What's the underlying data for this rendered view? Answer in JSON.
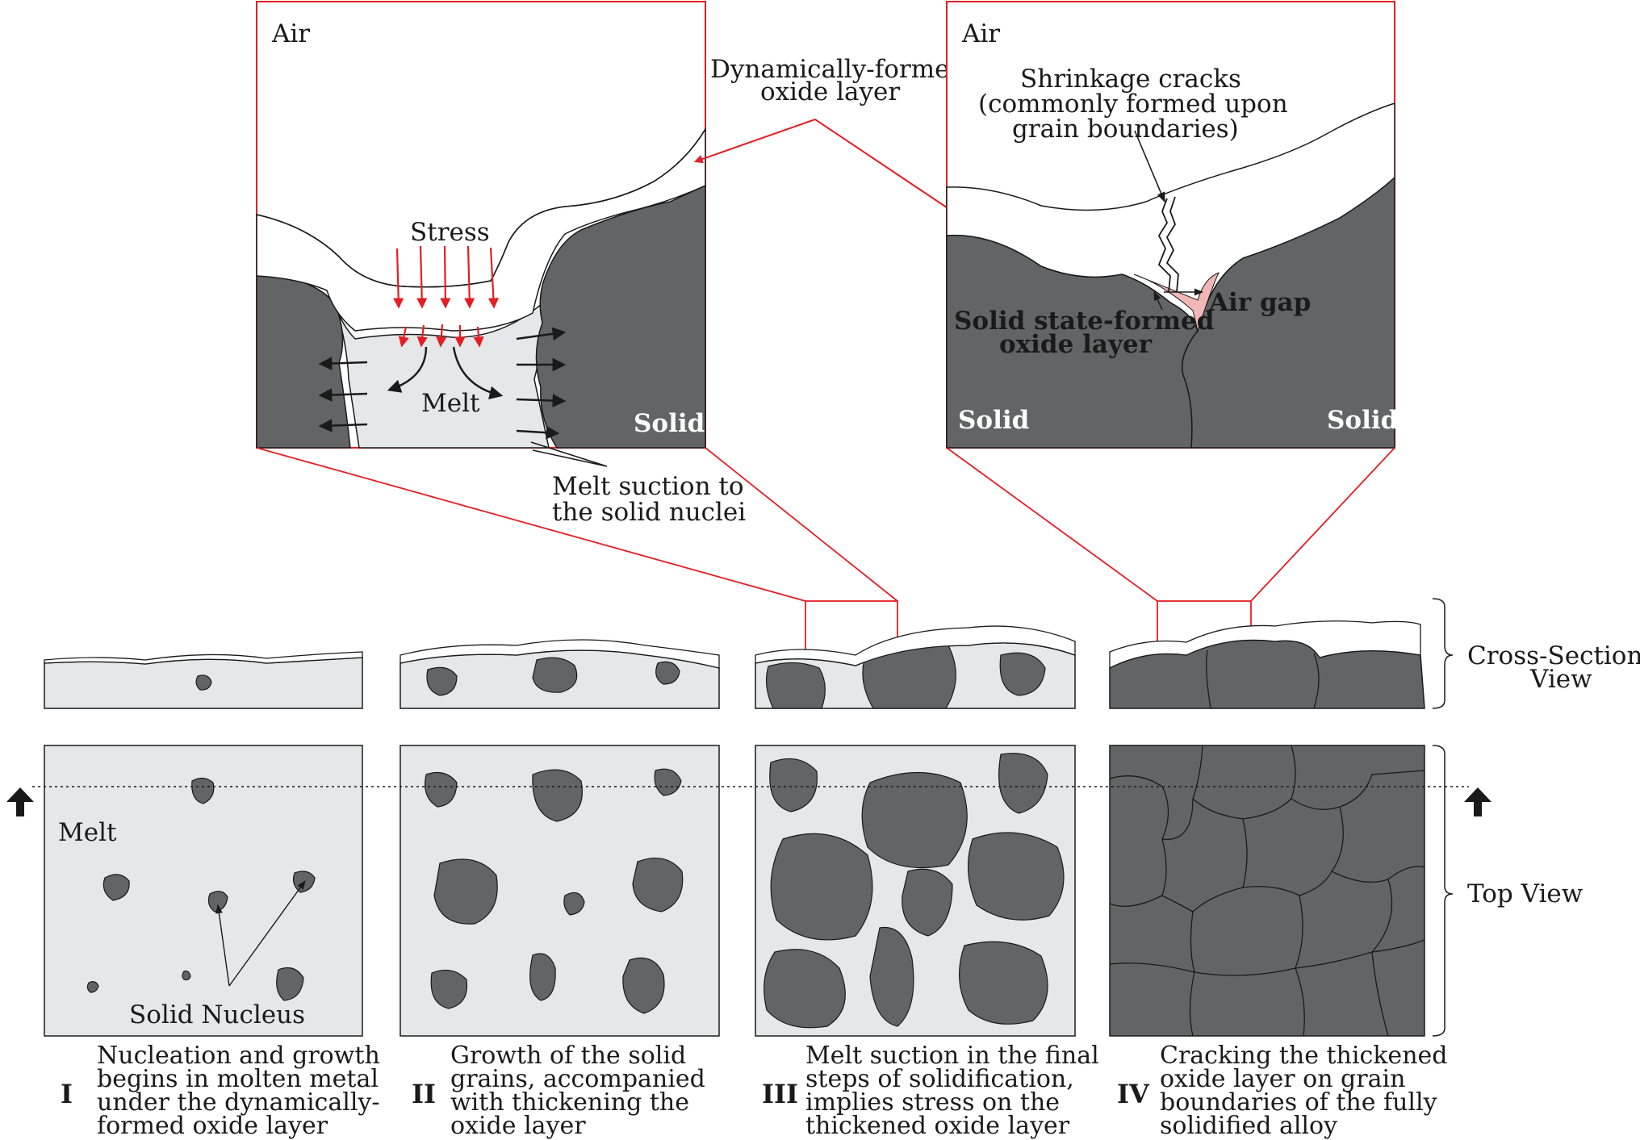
{
  "colors": {
    "solid": "#636466",
    "melt": "#e6e7e8",
    "accent": "#e31e24",
    "line": "#1a1a1a",
    "oxide_pink": "#f2b6b6"
  },
  "zoom_left": {
    "air": "Air",
    "stress": "Stress",
    "melt": "Melt",
    "solid": "Solid",
    "suction_l1": "Melt suction to",
    "suction_l2": "the solid nuclei"
  },
  "zoom_right": {
    "air": "Air",
    "crack_l1": "Shrinkage cracks",
    "crack_l2": "(commonly formed upon",
    "crack_l3": "grain boundaries)",
    "air_gap": "Air gap",
    "ss_oxide_l1": "Solid state-formed",
    "ss_oxide_l2": "oxide layer",
    "solid_left": "Solid",
    "solid_right": "Solid"
  },
  "oxide_label": {
    "l1": "Dynamically-formed",
    "l2": "oxide layer"
  },
  "views": {
    "cross_l1": "Cross-Sectional",
    "cross_l2": "View",
    "top": "Top View"
  },
  "panel_one": {
    "melt": "Melt",
    "nucleus": "Solid Nucleus"
  },
  "stages": [
    {
      "numeral": "I",
      "lines": [
        "Nucleation and growth",
        "begins in molten metal",
        "under the dynamically-",
        "formed oxide layer"
      ]
    },
    {
      "numeral": "II",
      "lines": [
        "Growth of the solid",
        "grains, accompanied",
        "with thickening the",
        "oxide layer"
      ]
    },
    {
      "numeral": "III",
      "lines": [
        "Melt suction in the final",
        "steps of solidification,",
        "implies stress on the",
        "thickened oxide layer"
      ]
    },
    {
      "numeral": "IV",
      "lines": [
        "Cracking the thickened",
        "oxide layer on grain",
        "boundaries of the fully",
        "solidified alloy"
      ]
    }
  ]
}
